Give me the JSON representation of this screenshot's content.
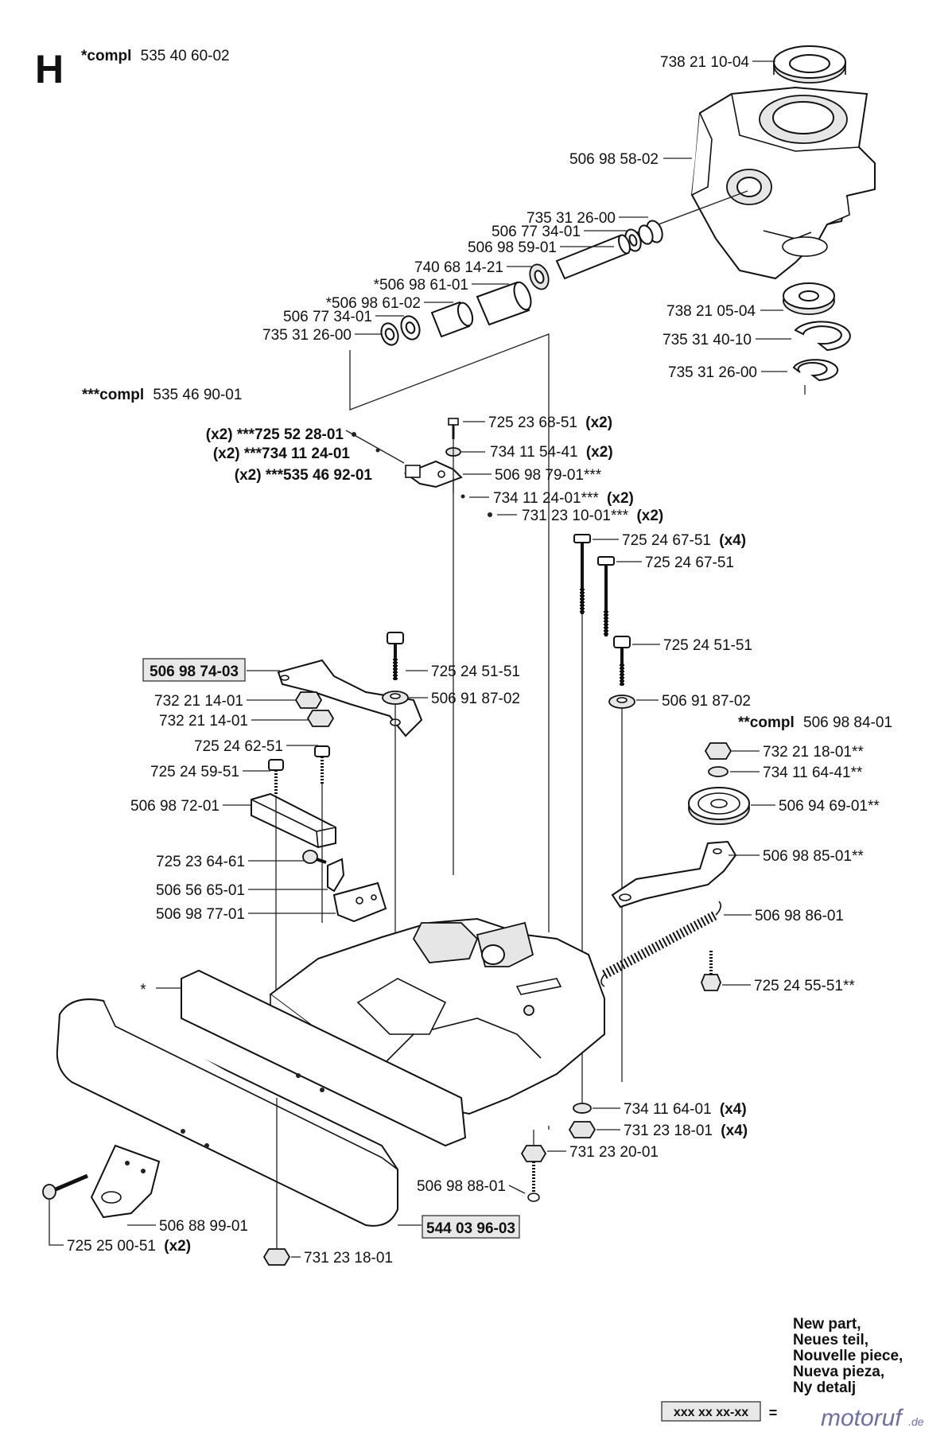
{
  "section_letter": "H",
  "header": {
    "prefix": "*compl",
    "number": "535 40 60-02"
  },
  "subassembly": {
    "prefix": "***compl",
    "number": "535 46 90-01"
  },
  "belt_assembly": {
    "prefix": "**compl",
    "number": "506 98 84-01"
  },
  "labels": {
    "p738_21_10_04": "738 21 10-04",
    "p506_98_58_02": "506 98 58-02",
    "p735_31_26_00_a": "735 31 26-00",
    "p506_77_34_01_a": "506 77 34-01",
    "p506_98_59_01": "506 98 59-01",
    "p740_68_14_21": "740 68 14-21",
    "p506_98_61_01": "*506 98 61-01",
    "p506_98_61_02": "*506 98 61-02",
    "p506_77_34_01_b": "506 77 34-01",
    "p735_31_26_00_b": "735 31 26-00",
    "p738_21_05_04": "738 21 05-04",
    "p735_31_40_10": "735 31 40-10",
    "p735_31_26_00_c": "735 31 26-00",
    "p725_52_28_01": "(x2) ***725 52 28-01",
    "p734_11_24_01_a": "(x2) ***734 11 24-01",
    "p535_46_92_01": "(x2) ***535 46 92-01",
    "p725_23_68_51": "725 23 68-51",
    "p725_23_68_51_q": "(x2)",
    "p734_11_54_41": "734 11 54-41",
    "p734_11_54_41_q": "(x2)",
    "p506_98_79_01": "506 98 79-01***",
    "p734_11_24_01_b": "734 11 24-01***",
    "p734_11_24_01_b_q": "(x2)",
    "p731_23_10_01": "731 23 10-01***",
    "p731_23_10_01_q": "(x2)",
    "p725_24_67_51_a": "725 24 67-51",
    "p725_24_67_51_a_q": "(x4)",
    "p725_24_67_51_b": "725 24 67-51",
    "p725_24_51_51_a": "725 24 51-51",
    "p506_98_74_03": "506 98 74-03",
    "p725_24_51_51_b": "725 24 51-51",
    "p732_21_14_01_a": "732 21 14-01",
    "p506_91_87_02_a": "506 91 87-02",
    "p732_21_14_01_b": "732 21 14-01",
    "p506_91_87_02_b": "506 91 87-02",
    "p725_24_62_51": "725 24 62-51",
    "p725_24_59_51": "725 24 59-51",
    "p506_98_72_01": "506 98 72-01",
    "p732_21_18_01": "732 21 18-01**",
    "p734_11_64_41": "734 11 64-41**",
    "p506_94_69_01": "506 94 69-01**",
    "p725_23_64_61": "725 23 64-61",
    "p506_98_85_01": "506 98 85-01**",
    "p506_56_65_01": "506 56 65-01",
    "p506_98_77_01": "506 98 77-01",
    "p506_98_86_01": "506 98 86-01",
    "p725_24_55_51": "725 24 55-51**",
    "star": "*",
    "p734_11_64_01": "734 11 64-01",
    "p734_11_64_01_q": "(x4)",
    "p731_23_18_01_a": "731 23 18-01",
    "p731_23_18_01_a_q": "(x4)",
    "p731_23_20_01": "731 23 20-01",
    "p506_98_88_01": "506 98 88-01",
    "p506_88_99_01": "506 88 99-01",
    "p544_03_96_03": "544 03 96-03",
    "p725_25_00_51": "725 25 00-51",
    "p725_25_00_51_q": "(x2)",
    "p731_23_18_01_b": "731 23 18-01"
  },
  "legend": {
    "box_text": "xxx xx xx-xx",
    "equals": "=",
    "lines": [
      "New part,",
      "Neues teil,",
      "Nouvelle piece,",
      "Nueva pieza,",
      "Ny detalj"
    ]
  },
  "watermark": {
    "main": "motoruf",
    "suffix": ".de"
  }
}
